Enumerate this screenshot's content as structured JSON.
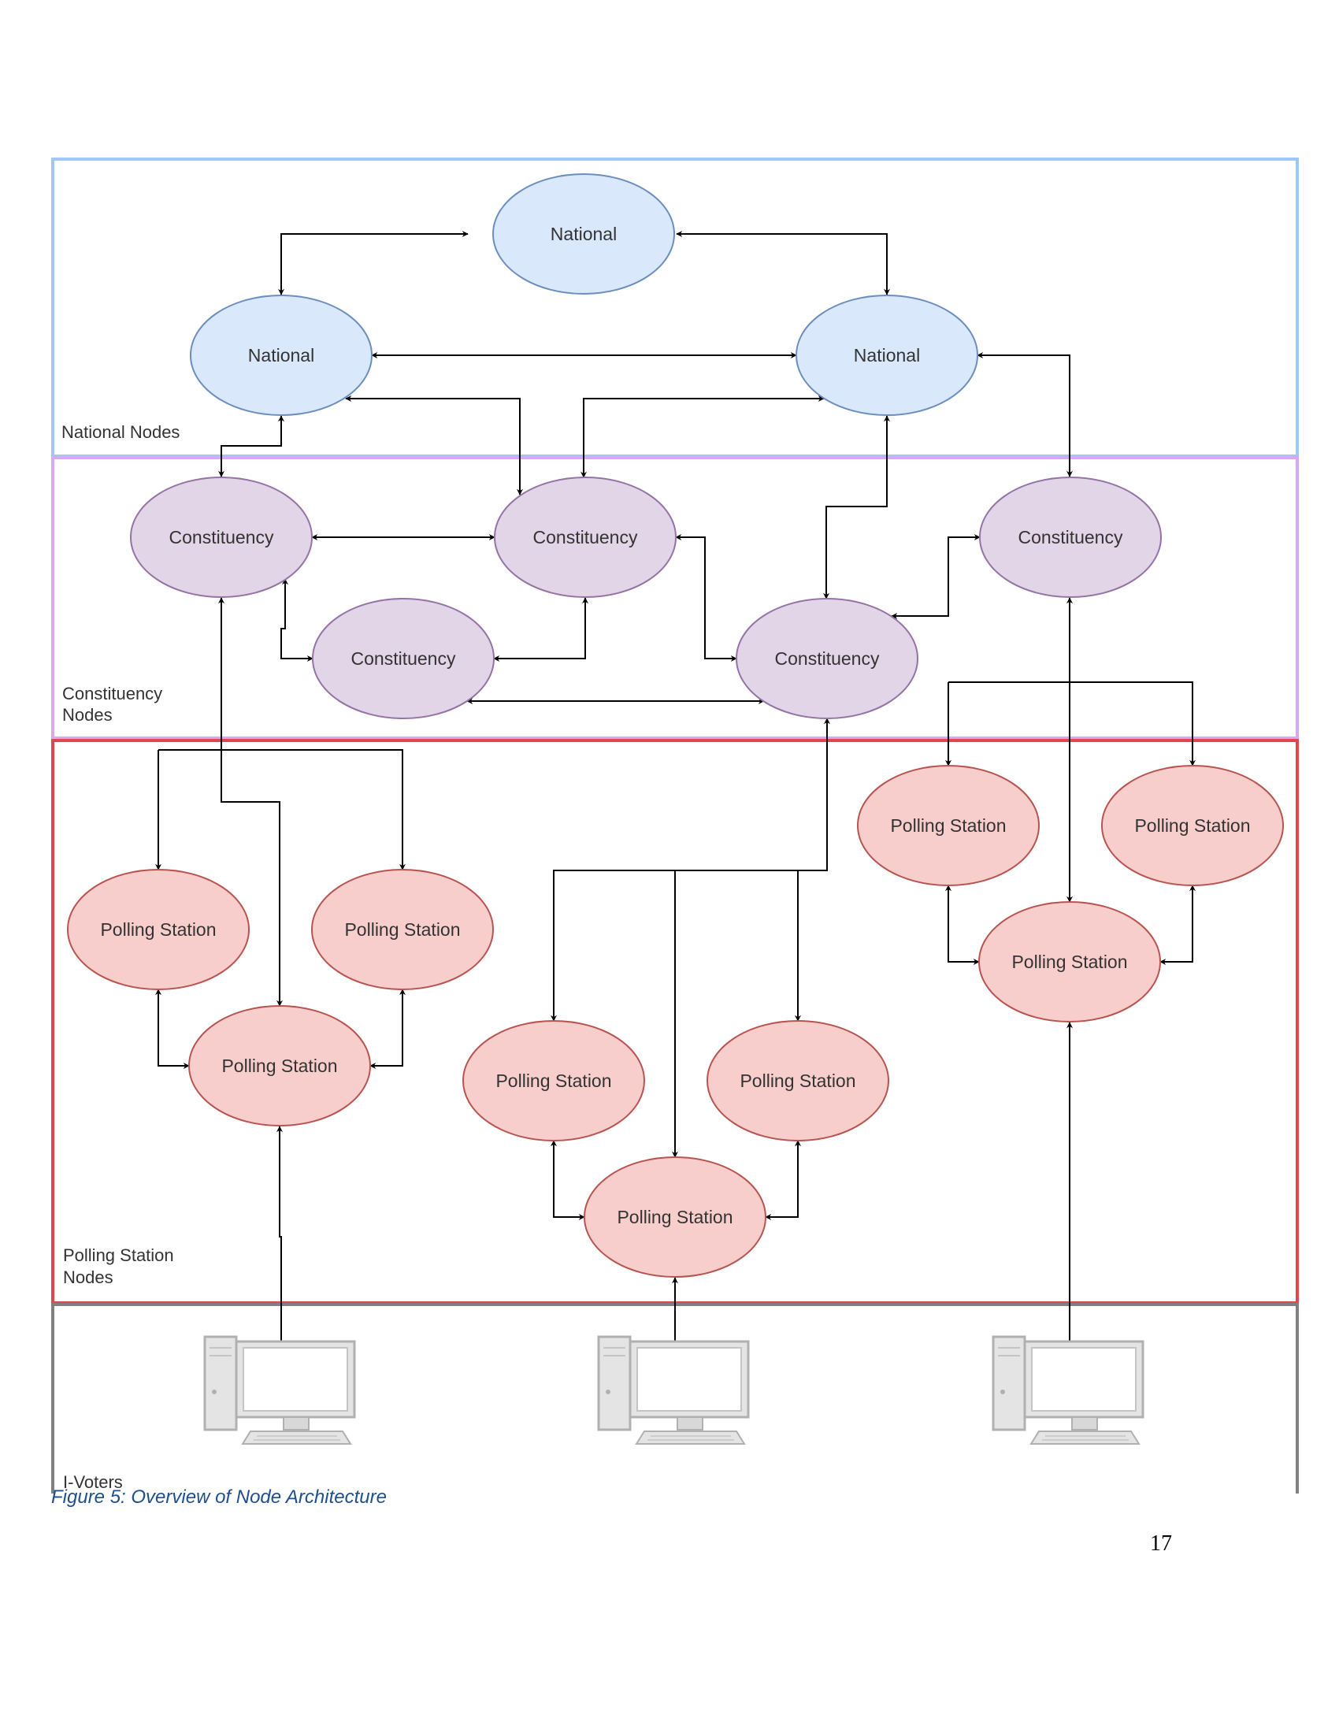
{
  "figure": {
    "caption": "Figure 5: Overview of Node Architecture",
    "page_number": "17"
  },
  "regions": [
    {
      "id": "national",
      "label_lines": [
        "National Nodes"
      ],
      "color": "#9fc8f6"
    },
    {
      "id": "constituency",
      "label_lines": [
        "Constituency",
        "Nodes"
      ],
      "color": "#d8a8f0"
    },
    {
      "id": "polling",
      "label_lines": [
        "Polling Station",
        "Nodes"
      ],
      "color": "#e0474c"
    },
    {
      "id": "voters",
      "label_lines": [
        "I-Voters"
      ],
      "color": "#808080"
    }
  ],
  "node_styles": {
    "national": {
      "fill": "#dae8fc",
      "stroke": "#6c8ebf"
    },
    "constituency": {
      "fill": "#e1d5e7",
      "stroke": "#9673a6"
    },
    "polling": {
      "fill": "#f8cecc",
      "stroke": "#b85450"
    }
  },
  "nodes": [
    {
      "id": "nat-top",
      "type": "national",
      "label": "National"
    },
    {
      "id": "nat-left",
      "type": "national",
      "label": "National"
    },
    {
      "id": "nat-right",
      "type": "national",
      "label": "National"
    },
    {
      "id": "con-1",
      "type": "constituency",
      "label": "Constituency"
    },
    {
      "id": "con-2",
      "type": "constituency",
      "label": "Constituency"
    },
    {
      "id": "con-3",
      "type": "constituency",
      "label": "Constituency"
    },
    {
      "id": "con-4",
      "type": "constituency",
      "label": "Constituency"
    },
    {
      "id": "con-5",
      "type": "constituency",
      "label": "Constituency"
    },
    {
      "id": "ps-a-left",
      "type": "polling",
      "label": "Polling Station"
    },
    {
      "id": "ps-a-right",
      "type": "polling",
      "label": "Polling Station"
    },
    {
      "id": "ps-a-center",
      "type": "polling",
      "label": "Polling Station"
    },
    {
      "id": "ps-b-left",
      "type": "polling",
      "label": "Polling Station"
    },
    {
      "id": "ps-b-right",
      "type": "polling",
      "label": "Polling Station"
    },
    {
      "id": "ps-b-center",
      "type": "polling",
      "label": "Polling Station"
    },
    {
      "id": "ps-c-left",
      "type": "polling",
      "label": "Polling Station"
    },
    {
      "id": "ps-c-right",
      "type": "polling",
      "label": "Polling Station"
    },
    {
      "id": "ps-c-center",
      "type": "polling",
      "label": "Polling Station"
    }
  ],
  "voters": [
    {
      "id": "voter-1",
      "icon": "desktop-computer-icon"
    },
    {
      "id": "voter-2",
      "icon": "desktop-computer-icon"
    },
    {
      "id": "voter-3",
      "icon": "desktop-computer-icon"
    }
  ]
}
